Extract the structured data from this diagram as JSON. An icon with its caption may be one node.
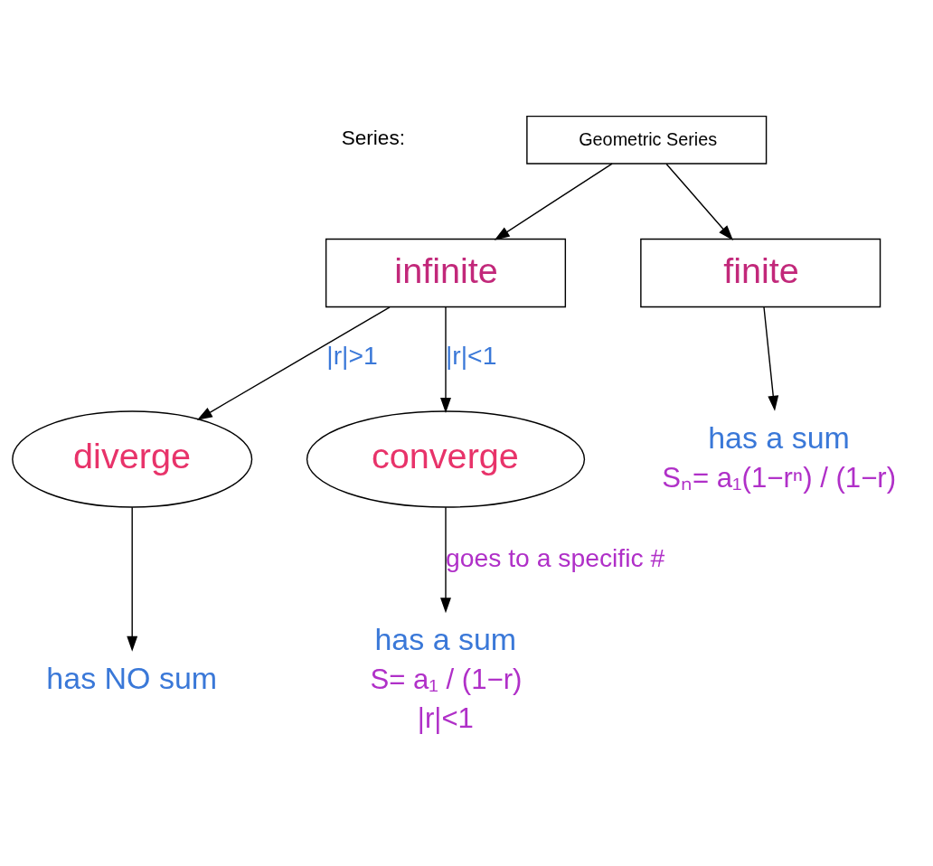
{
  "diagram": {
    "nodes": [
      {
        "text": [
          "Geometric Series"
        ]
      },
      {
        "text": [
          "infinite"
        ]
      },
      {
        "text": [
          "finite"
        ]
      },
      {
        "text": [
          "diverge"
        ]
      },
      {
        "text": [
          "converge"
        ]
      },
      {
        "text": [
          "has NO sum"
        ]
      },
      {
        "text": [
          "has a sum"
        ],
        "beside": [
          "S= a₁ / (1−r)",
          "|r|<1"
        ]
      },
      {
        "text": [
          "has a sum"
        ],
        "beside": [
          "Sₙ= a₁(1−rⁿ) / (1−r)"
        ]
      }
    ],
    "edges": [
      {
        "from": 0,
        "to": 1,
        "arrow": "to"
      },
      {
        "from": 0,
        "to": 2,
        "arrow": "to"
      },
      {
        "from": 1,
        "to": 3,
        "arrow": "to",
        "label": "|r|>1"
      },
      {
        "from": 1,
        "to": 4,
        "arrow": "to",
        "label": "|r|<1"
      },
      {
        "from": 3,
        "to": 5,
        "arrow": "to"
      },
      {
        "from": 4,
        "to": 6,
        "arrow": "to",
        "label": "goes to a specific #"
      },
      {
        "from": 2,
        "to": 7,
        "arrow": "to"
      }
    ],
    "labels": [
      "Series:"
    ]
  }
}
